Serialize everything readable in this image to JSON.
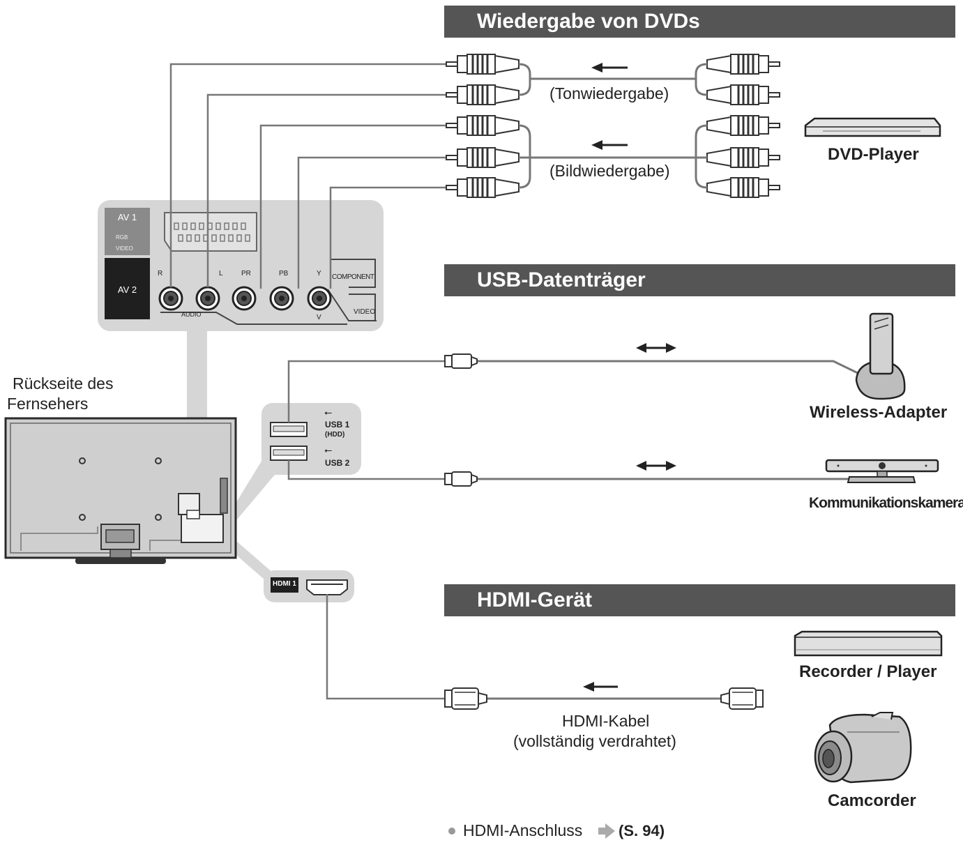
{
  "sections": {
    "dvd": "Wiedergabe von DVDs",
    "usb": "USB-Datenträger",
    "hdmi": "HDMI-Gerät"
  },
  "tv": {
    "caption_line1": "Rückseite des",
    "caption_line2": "Fernsehers"
  },
  "panel": {
    "av1": "AV 1",
    "av1_rgb": "RGB",
    "av1_video": "VIDEO",
    "av2": "AV 2",
    "jack_r": "R",
    "jack_l": "L",
    "jack_pr": "PR",
    "jack_pb": "PB",
    "jack_y": "Y",
    "audio": "AUDIO",
    "v": "V",
    "component": "COMPONENT",
    "video": "VIDEO"
  },
  "usb_panel": {
    "usb1": "USB 1",
    "usb1_sub": "(HDD)",
    "usb2": "USB 2"
  },
  "hdmi_panel": {
    "hdmi1": "HDMI 1"
  },
  "cables": {
    "audio_label": "(Tonwiedergabe)",
    "video_label": "(Bildwiedergabe)",
    "hdmi_cable_line1": "HDMI-Kabel",
    "hdmi_cable_line2": "(vollständig verdrahtet)"
  },
  "devices": {
    "dvd_player": "DVD-Player",
    "wireless_adapter": "Wireless-Adapter",
    "camera": "Kommunikationskamera",
    "recorder": "Recorder / Player",
    "camcorder": "Camcorder"
  },
  "footnote": {
    "text": "HDMI-Anschluss",
    "ref": "(S. 94)"
  },
  "colors": {
    "header_bar": "#555555",
    "panel_bg": "#d6d6d6",
    "cable": "#777777"
  }
}
